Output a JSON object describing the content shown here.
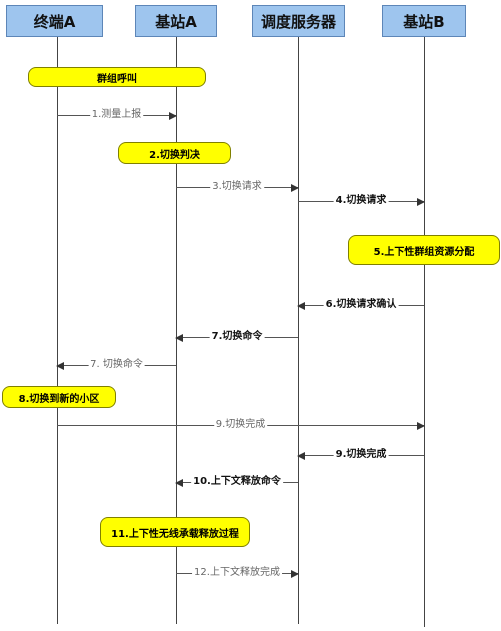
{
  "actors": {
    "terminal_a": "终端A",
    "base_a": "基站A",
    "server": "调度服务器",
    "base_b": "基站B"
  },
  "notes": {
    "group_call": "群组呼叫",
    "handover_decision": "2.切换判决",
    "resource_alloc": "5.上下性群组资源分配",
    "switch_cell": "8.切换到新的小区",
    "release_process": "11.上下性无线承载释放过程"
  },
  "messages": {
    "m1": "1.测量上报",
    "m3": "3.切换请求",
    "m4": "4.切换请求",
    "m6": "6.切换请求确认",
    "m7a": "7.切换命令",
    "m7b": "7. 切换命令",
    "m9a": "9.切换完成",
    "m9b": "9.切换完成",
    "m10": "10.上下文释放命令",
    "m12": "12.上下文释放完成"
  }
}
